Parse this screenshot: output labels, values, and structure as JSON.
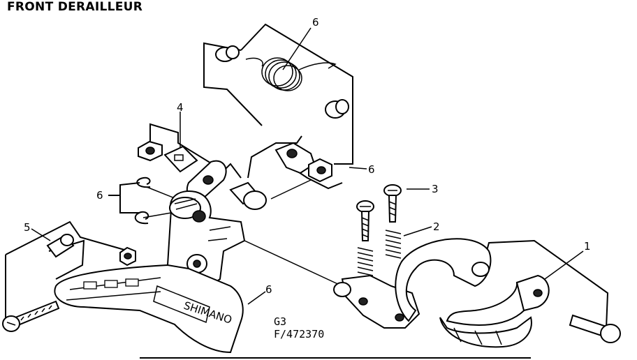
{
  "title": "FRONT DERAILLEUR",
  "part_labels": [
    "6",
    "4",
    "6",
    "3",
    "2",
    "6",
    "5",
    "1",
    "6"
  ],
  "drawing_code": [
    "G3",
    "F/472370"
  ],
  "embossed_text": "SHIMANO"
}
